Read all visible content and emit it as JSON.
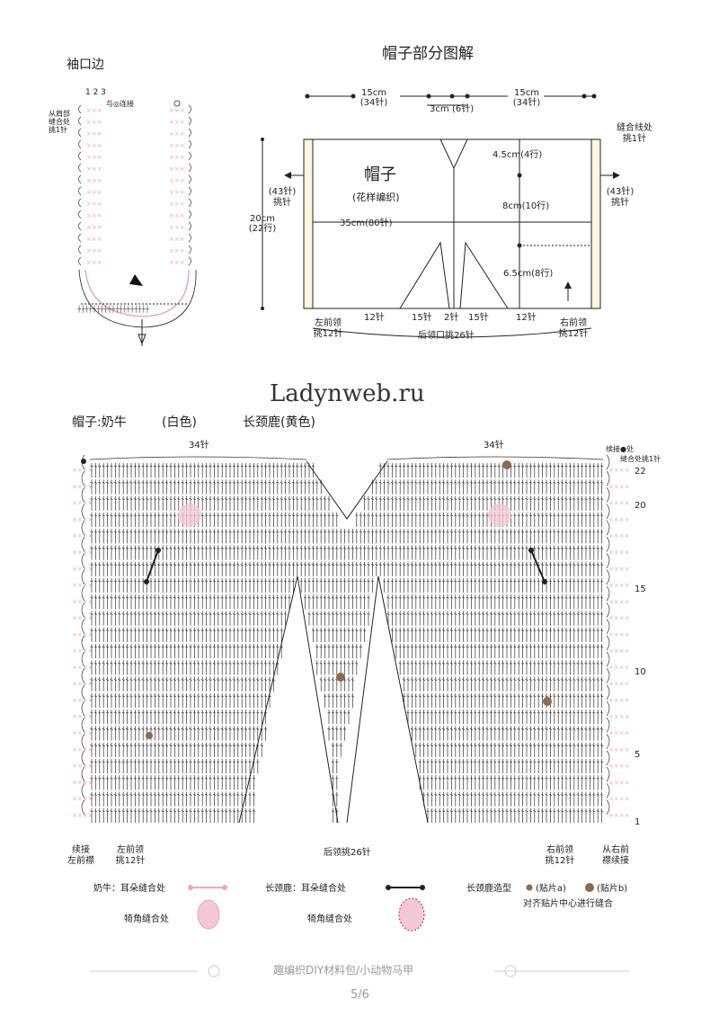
{
  "cuff": {
    "title": "袖口边",
    "pickup_label": "从肩部\n缝合处\n挑1针",
    "connect_label": "与◎连接",
    "row_numbers": "1 2 3"
  },
  "hood_schematic": {
    "title": "帽子部分图解",
    "top_left_width": "15cm",
    "top_left_sts": "(34针)",
    "top_mid_width": "3cm",
    "top_mid_sts": "(6针)",
    "top_right_width": "15cm",
    "top_right_sts": "(34针)",
    "seam_label": "缝合线处\n挑1针",
    "center_title": "帽子",
    "center_sub": "(花样编织)",
    "left_side": "(43针)\n挑针",
    "right_side": "(43针)\n挑针",
    "height_cm": "20cm",
    "height_rows": "(22行)",
    "inner_width": "35cm(80针)",
    "d1": "4.5cm(4行)",
    "d2": "8cm(10行)",
    "d3": "6.5cm(8行)",
    "bottom_left_label": "左前领\n挑12针",
    "bottom_right_label": "右前领\n挑12针",
    "seg1": "12针",
    "seg2": "15针",
    "seg3": "2针",
    "seg4": "15针",
    "seg5": "12针",
    "back_neck": "后领口挑26针"
  },
  "watermark": "Ladynweb.ru",
  "chart": {
    "title_cow": "帽子:奶牛",
    "title_cow_color": "(白色)",
    "title_giraffe": "长颈鹿(黄色)",
    "top_left_sts": "34针",
    "top_right_sts": "34针",
    "join_label": "续接●处",
    "seam_pickup": "缝合处挑1针",
    "row_labels": [
      "22",
      "20",
      "15",
      "10",
      "5",
      "1"
    ],
    "bottom_far_left": "续接\n左前襟",
    "bottom_left": "左前领\n挑12针",
    "bottom_center": "后领挑26针",
    "bottom_right": "右前领\n挑12针",
    "bottom_far_right": "从右前\n襟续接"
  },
  "legend": {
    "cow_ear": "奶牛：耳朵缝合处",
    "cow_horn": "犄角缝合处",
    "giraffe_ear": "长颈鹿：耳朵缝合处",
    "giraffe_horn": "犄角缝合处",
    "giraffe_shape": "长颈鹿造型",
    "patch_a": "(贴片a)",
    "patch_b": "(贴片b)",
    "align_note": "对齐贴片中心进行缝合"
  },
  "footer": {
    "caption": "趣编织DIY材料包/小动物马甲",
    "page": "5/6"
  },
  "colors": {
    "pink": "#e9a9bd",
    "pink_fill": "#f3c8d5",
    "brown": "#8a6a52",
    "line": "#222222"
  }
}
